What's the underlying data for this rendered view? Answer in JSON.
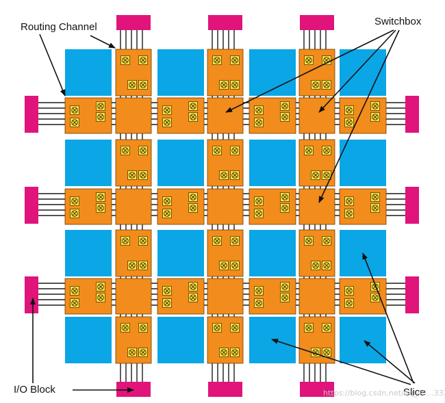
{
  "labels": {
    "routing_channel": "Routing Channel",
    "switchbox": "Switchbox",
    "io_block": "I/O Block",
    "slice": "Slice"
  },
  "watermark": "https://blog.csdn.net/qq_40...333",
  "grid": {
    "rows": 4,
    "cols": 4
  },
  "colors": {
    "slice": "#0aa6e6",
    "routing": "#f28c1c",
    "switchbox": "#f28c1c",
    "io_block": "#e0147a",
    "wire": "#1a1a1a",
    "connection_box": "#f2e24a",
    "connection_x": "#5a3c00",
    "text": "#111111"
  },
  "icons": {
    "connection": "x-in-square-icon"
  }
}
